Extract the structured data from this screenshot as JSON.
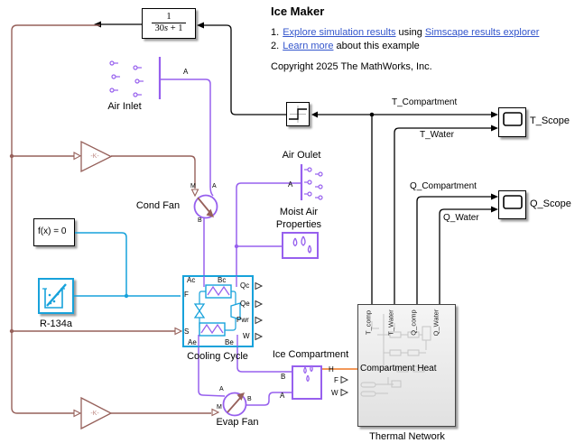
{
  "colors": {
    "moist_air_purple": "#9760EE",
    "two_phase_cyan": "#17A2DB",
    "thermal_orange": "#ED7722",
    "signal_brown": "#96605A",
    "link_blue": "#3355CC",
    "signal_black": "#000000"
  },
  "header": {
    "title": "Ice Maker",
    "item1_no": "1.",
    "item1_link1": "Explore simulation results",
    "item1_mid": "using",
    "item1_link2": "Simscape results explorer",
    "item2_no": "2.",
    "item2_link": "Learn more",
    "item2_rest": "about this example",
    "copyright": "Copyright 2025 The MathWorks, Inc."
  },
  "blocks": {
    "transfer_fcn": {
      "num": "1",
      "den_coeff": "30",
      "den_var": "s",
      "den_rest": " + 1"
    },
    "air_inlet": {
      "label": "Air Inlet",
      "port": "A"
    },
    "cond_fan": {
      "label": "Cond Fan",
      "ports": {
        "m": "M",
        "a": "A",
        "b": "B"
      }
    },
    "gain_cond": {
      "label": "-K-"
    },
    "gain_evap": {
      "label": "-K-"
    },
    "solver": {
      "label": "f(x) = 0"
    },
    "refrigerant": {
      "label": "R-134a"
    },
    "cooling_cycle": {
      "label": "Cooling Cycle",
      "ports": {
        "ac": "Ac",
        "bc": "Bc",
        "f": "F",
        "s": "S",
        "ae": "Ae",
        "be": "Be",
        "qc": "Qc",
        "qe": "Qe",
        "pwr": "Pwr",
        "w": "W"
      }
    },
    "air_outlet": {
      "label": "Air Oulet",
      "port": "A"
    },
    "moist_air_props": {
      "label_line1": "Moist Air",
      "label_line2": "Properties"
    },
    "ice_compartment": {
      "label": "Ice Compartment",
      "ports": {
        "b": "B",
        "a": "A",
        "h": "H",
        "f": "F",
        "w": "W"
      }
    },
    "evap_fan": {
      "label": "Evap Fan",
      "ports": {
        "a": "A",
        "b": "B",
        "m": "M"
      }
    },
    "thermal_network": {
      "label": "Thermal Network",
      "heat_input": "Compartment Heat",
      "ports": {
        "t_comp": "T_comp",
        "t_water": "T_Water",
        "q_comp": "Q_comp",
        "q_water": "Q_Water"
      }
    },
    "t_scope": {
      "label": "T_Scope"
    },
    "q_scope": {
      "label": "Q_Scope"
    }
  },
  "signals": {
    "t_compartment": "T_Compartment",
    "t_water": "T_Water",
    "q_compartment": "Q_Compartment",
    "q_water": "Q_Water"
  }
}
